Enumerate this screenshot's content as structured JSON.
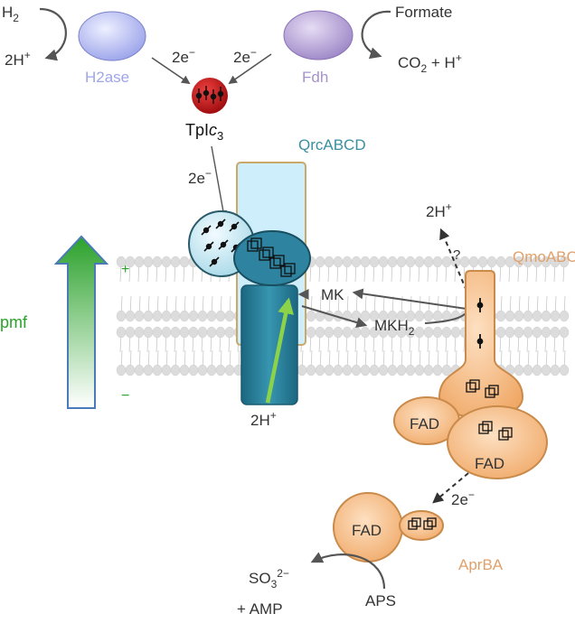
{
  "labels": {
    "h2": "H",
    "h2_sub": "2",
    "h2ase_out_prefix": "2H",
    "h2ase_out_sup": "+",
    "h2ase": "H2ase",
    "e1": "2e",
    "e1_sup": "−",
    "e2": "2e",
    "e2_sup": "−",
    "fdh": "Fdh",
    "formate": "Formate",
    "co2_prefix": "CO",
    "co2_sub": "2",
    "co2_suffix": " + H",
    "co2_sup": "+",
    "tplc3_prefix": "TpI",
    "tplc3_italic": "c",
    "tplc3_sub": "3",
    "e3": "2e",
    "e3_sup": "−",
    "qrc": "QrcABCD",
    "plus": "+",
    "minus": "−",
    "pmf": "pmf",
    "mk": "MK",
    "mkh2_prefix": "MKH",
    "mkh2_sub": "2",
    "qrc_protons": "2H",
    "qrc_protons_sup": "+",
    "qmo_protons": "2H",
    "qmo_protons_sup": "+",
    "question": "?",
    "qmo": "QmoABC",
    "fad1": "FAD",
    "fad2": "FAD",
    "fad3": "FAD",
    "e4": "2e",
    "e4_sup": "−",
    "apr": "AprBA",
    "so3_prefix": "SO",
    "so3_sub": "3",
    "so3_sup": "2−",
    "amp": "+ AMP",
    "aps": "APS"
  },
  "colors": {
    "h2ase": "#b9bdf2",
    "h2ase_text": "#9ea6e8",
    "fdh": "#b7a3d6",
    "fdh_text": "#a693cc",
    "tplc3": "#c0161a",
    "qrc_light": "#cdeefa",
    "qrc_dark": "#2a7f98",
    "qrc_text": "#3a8fa0",
    "qmo": "#f7c08e",
    "qmo_text": "#e0a06a",
    "apr_text": "#e0a06a",
    "pmf": "#2aa12a",
    "proton_arrow": "#8cd34a",
    "text": "#333333",
    "arrow": "#555555"
  }
}
